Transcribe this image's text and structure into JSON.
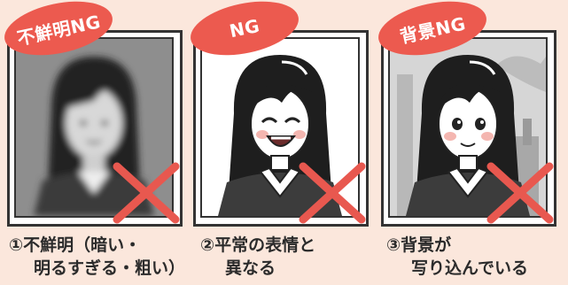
{
  "panels": [
    {
      "badge": "不鮮明NG",
      "caption_line1": "①不鮮明（暗い・",
      "caption_line2": "明るすぎる・粗い）"
    },
    {
      "badge": "NG",
      "caption_line1": "②平常の表情と",
      "caption_line2": "異なる"
    },
    {
      "badge": "背景NG",
      "caption_line1": "③背景が",
      "caption_line2": "写り込んでいる"
    }
  ],
  "colors": {
    "background": "#fbe7dc",
    "badge": "#ec5a4f",
    "cross": "#e8584f",
    "frame": "#333333"
  }
}
